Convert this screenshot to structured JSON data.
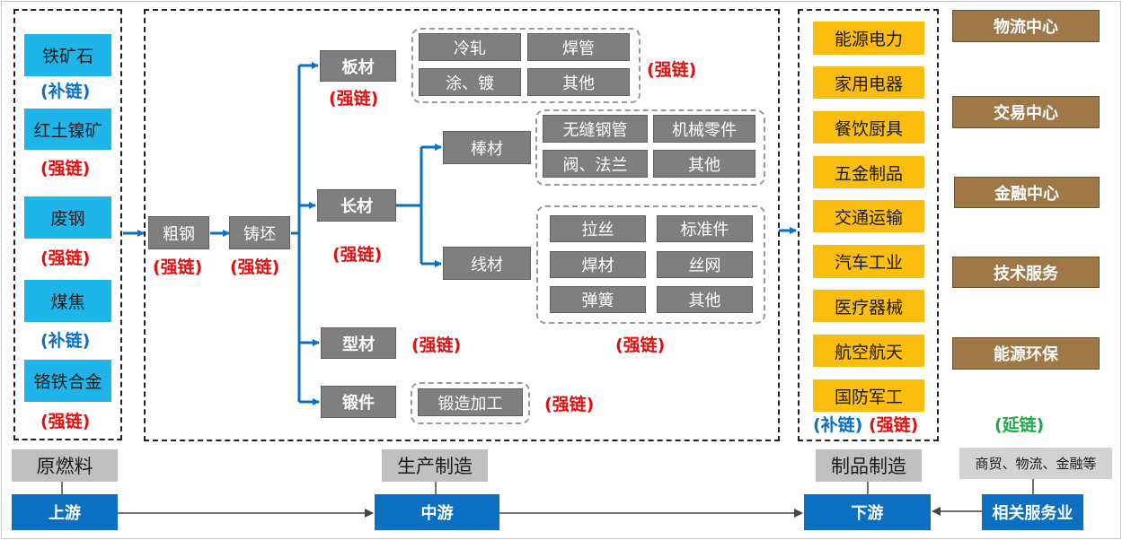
{
  "tags": {
    "strong": "(强链)",
    "supplement": "(补链)",
    "extend": "(延链)"
  },
  "raw_materials": [
    "铁矿石",
    "红土镍矿",
    "废钢",
    "煤焦",
    "铬铁合金"
  ],
  "production": {
    "crude_steel": "粗钢",
    "billet": "铸坯",
    "plate": "板材",
    "long": "长材",
    "section": "型材",
    "forging": "锻件",
    "bar": "棒材",
    "wire_rod": "线材",
    "plate_products": [
      "冷轧",
      "焊管",
      "涂、镀",
      "其他"
    ],
    "bar_products": [
      "无缝钢管",
      "机械零件",
      "阀、法兰",
      "其他"
    ],
    "wire_products": [
      "拉丝",
      "标准件",
      "焊材",
      "丝网",
      "弹簧",
      "其他"
    ],
    "forging_products": [
      "锻造加工"
    ]
  },
  "downstream_products": [
    "能源电力",
    "家用电器",
    "餐饮厨具",
    "五金制品",
    "交通运输",
    "汽车工业",
    "医疗器械",
    "航空航天",
    "国防军工"
  ],
  "services": [
    "物流中心",
    "交易中心",
    "金融中心",
    "技术服务",
    "能源环保"
  ],
  "stage_labels": {
    "raw": "原燃料",
    "manufacturing": "生产制造",
    "products": "制品制造",
    "services_desc": "商贸、物流、金融等"
  },
  "flow": {
    "upstream": "上游",
    "midstream": "中游",
    "downstream": "下游",
    "related": "相关服务业"
  },
  "colors": {
    "raw_material": "#1fb5ea",
    "production": "#7f7f7f",
    "product": "#fbbd10",
    "service": "#9e7947",
    "flow": "#0b6fc2",
    "strong": "#e01010",
    "supplement": "#0b6fc2",
    "extend": "#22a64a"
  }
}
